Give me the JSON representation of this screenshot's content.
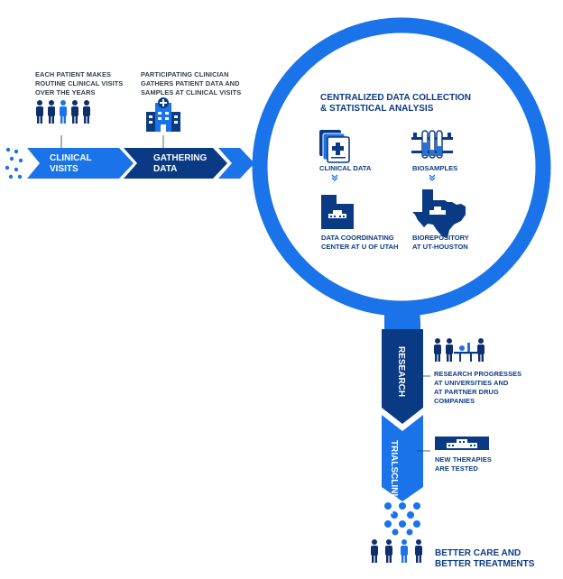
{
  "colors": {
    "bright_blue": "#1a73e8",
    "dark_blue": "#0b3a85",
    "navy": "#0d2f6e",
    "text": "#2f3d4c"
  },
  "flow": {
    "patient_note": "EACH PATIENT MAKES ROUTINE CLINICAL VISITS OVER THE YEARS",
    "clinician_note": "PARTICIPATING CLINICIAN GATHERS PATIENT DATA AND SAMPLES AT CLINICAL VISITS",
    "step1": [
      "CLINICAL",
      "VISITS"
    ],
    "step2": [
      "GATHERING",
      "DATA"
    ]
  },
  "center": {
    "title": [
      "CENTRALIZED DATA COLLECTION",
      "& STATISTICAL ANALYSIS"
    ],
    "items": {
      "clinical_data": "CLINICAL DATA",
      "biosamples": "BIOSAMPLES",
      "data_center": [
        "DATA COORDINATING",
        "CENTER AT U OF UTAH"
      ],
      "biorepository": [
        "BIOREPOSITORY",
        "AT UT-HOUSTON"
      ]
    }
  },
  "pipeline": {
    "research_label": "RESEARCH",
    "research_note": [
      "RESEARCH PROGRESSES",
      "AT UNIVERSITIES AND",
      "AT PARTNER DRUG",
      "COMPANIES"
    ],
    "trials_label": [
      "CLINICAL",
      "TRIALS"
    ],
    "trials_note": [
      "NEW THERAPIES",
      "ARE TESTED"
    ],
    "outcome": [
      "BETTER CARE AND",
      "BETTER TREATMENTS"
    ]
  },
  "icons": [
    "patients-icon",
    "hospital-icon",
    "documents-icon",
    "test-tubes-icon",
    "utah-building-icon",
    "texas-building-icon",
    "researchers-icon",
    "trial-building-icon",
    "dots-icon",
    "down-chevron-icon"
  ]
}
